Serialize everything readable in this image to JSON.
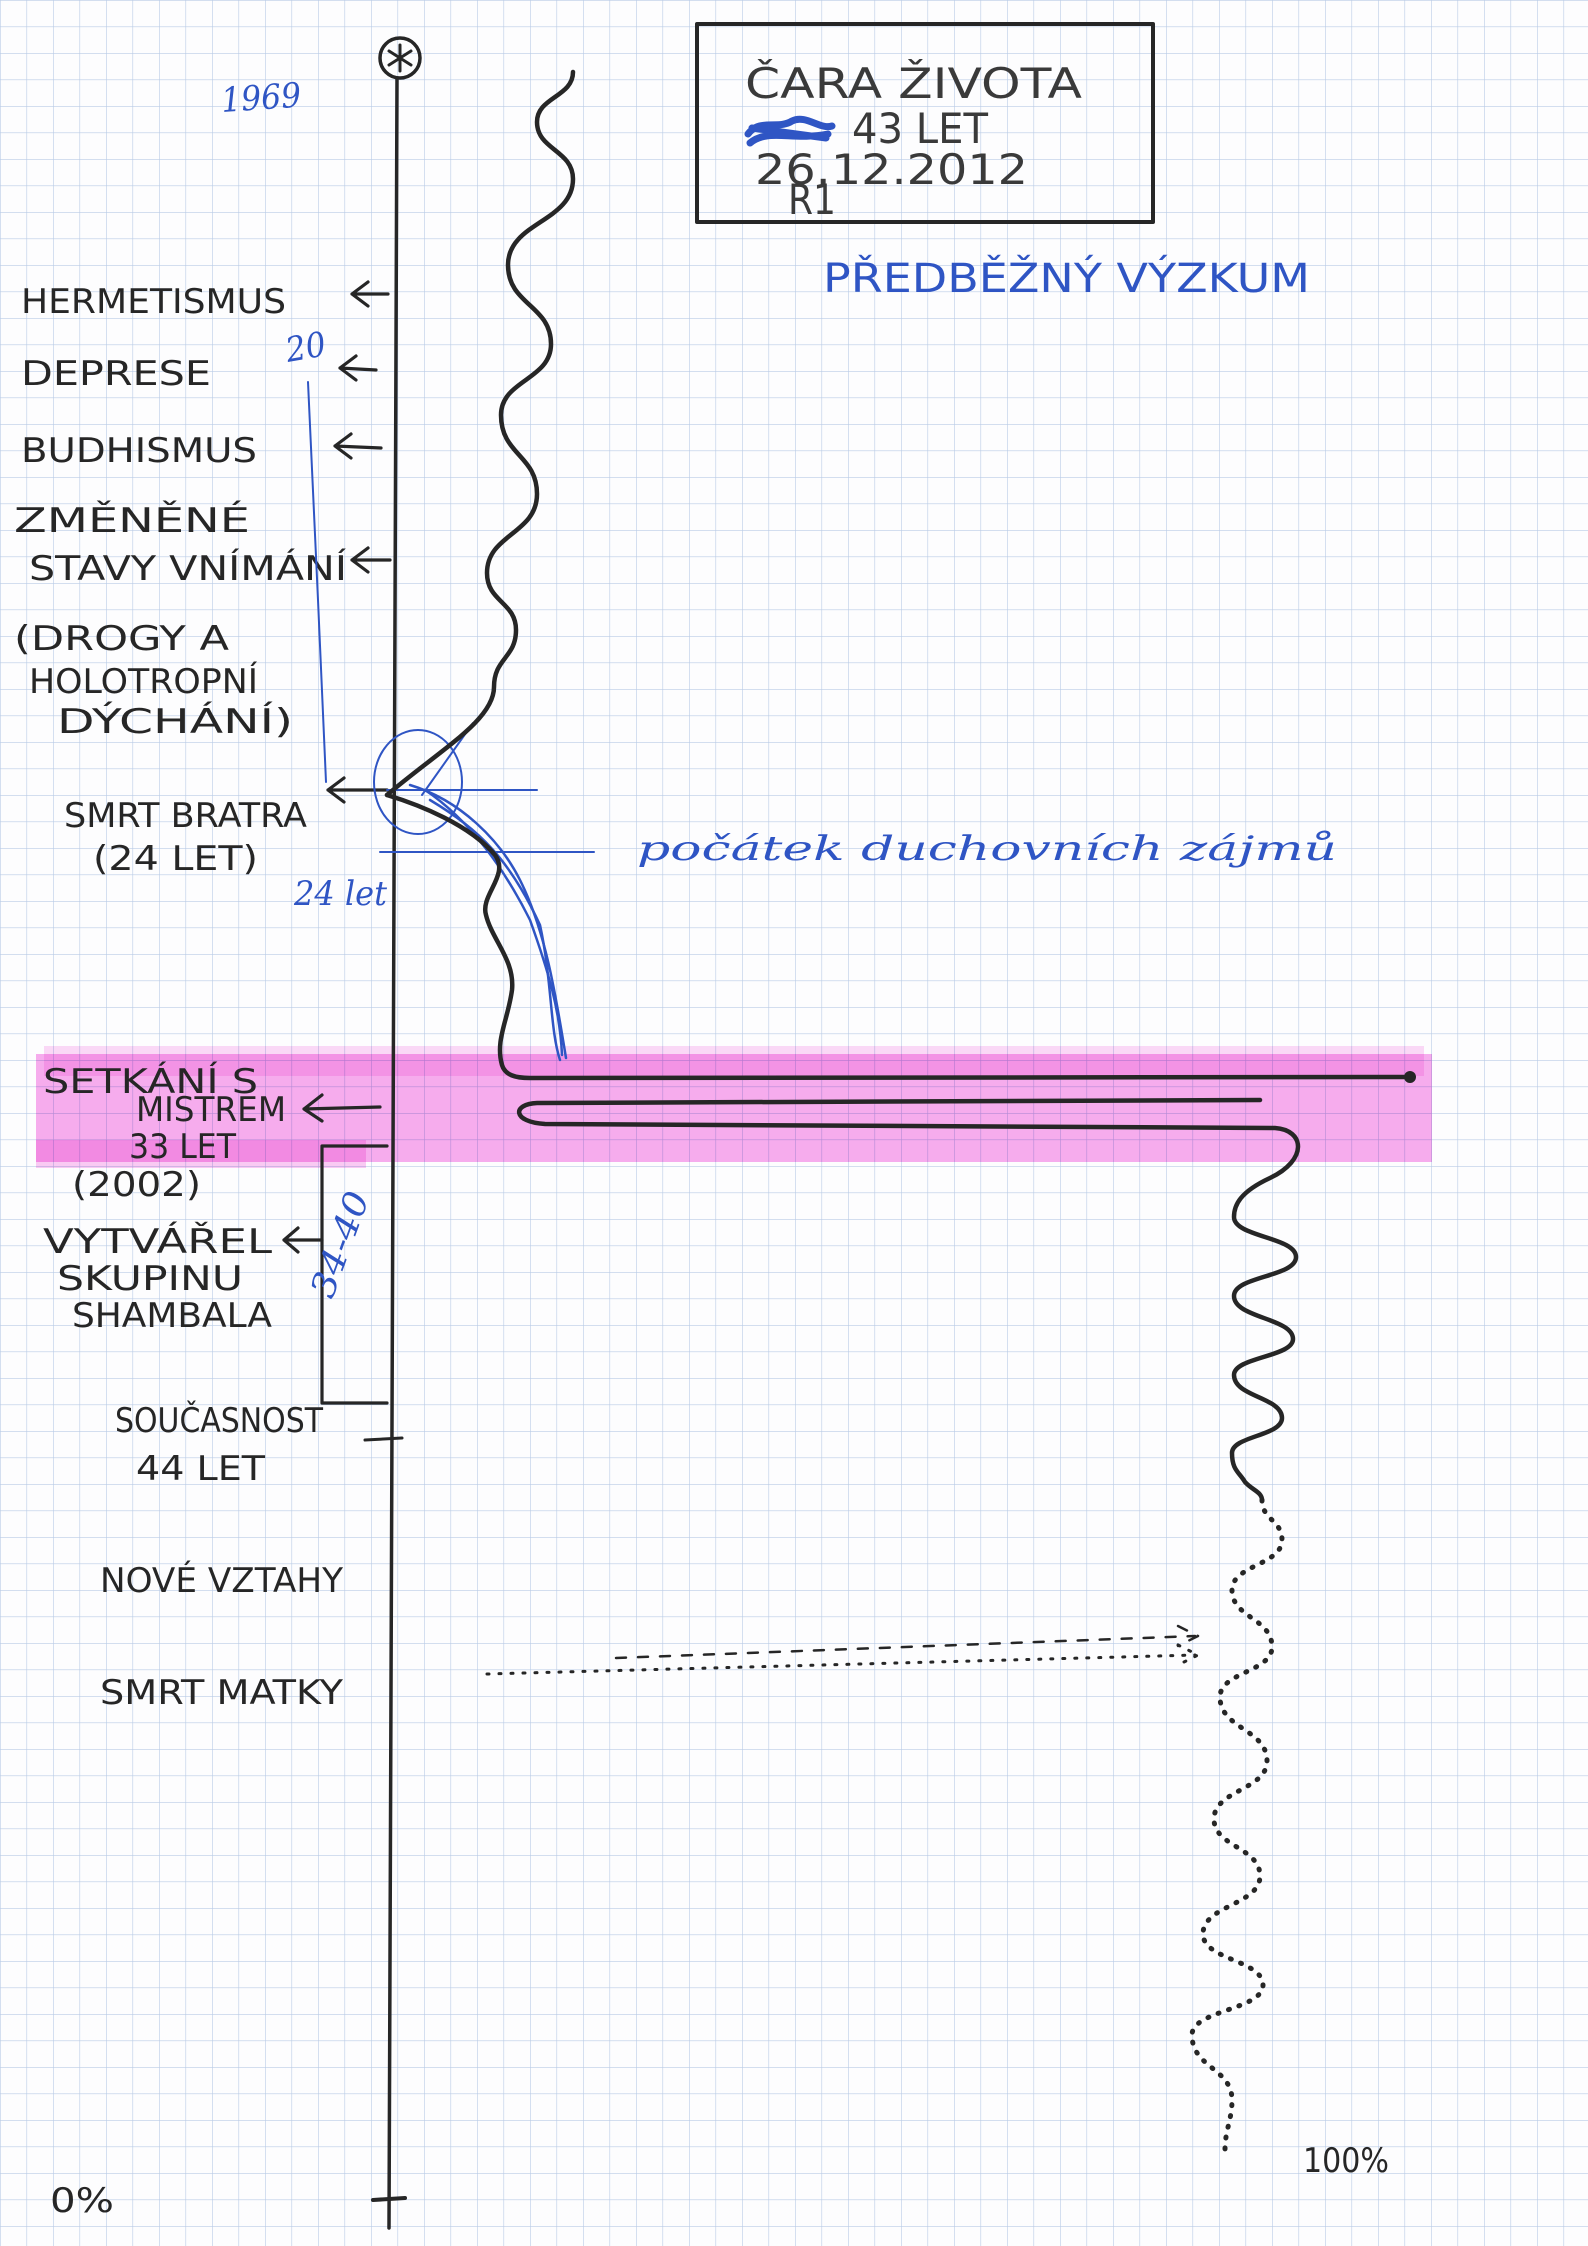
{
  "header_box": {
    "title": "ČARA ŽIVOTA",
    "age": "43 LET",
    "date": "26.12.2012",
    "code": "R1"
  },
  "subtitle": "PŘEDBĚŽNÝ VÝZKUM",
  "timeline": {
    "birth_year": "1969",
    "start_icon": "circled-asterisk-icon",
    "end_icon": "cross-icon"
  },
  "events": [
    {
      "lines": [
        "HERMETISMUS"
      ]
    },
    {
      "lines": [
        "DEPRESE"
      ]
    },
    {
      "lines": [
        "BUDHISMUS"
      ]
    },
    {
      "lines": [
        "ZMĚNĚNÉ",
        "STAVY VNÍMÁNÍ"
      ]
    },
    {
      "lines": [
        "(DROGY A",
        "HOLOTROPNÍ",
        "DÝCHÁNÍ)"
      ]
    },
    {
      "lines": [
        "SMRT BRATRA",
        "(24 LET)"
      ]
    },
    {
      "lines": [
        "SETKÁNÍ S",
        "MISTREM",
        "33 LET",
        "(2002)"
      ]
    },
    {
      "lines": [
        "VYTVÁŘEL",
        "SKUPINU",
        "SHAMBALA"
      ]
    },
    {
      "lines": [
        "SOUČASNOST",
        "44 LET"
      ]
    },
    {
      "lines": [
        "NOVÉ VZTAHY"
      ]
    },
    {
      "lines": [
        "SMRT MATKY"
      ]
    }
  ],
  "annotations": {
    "age_20": "20",
    "age_24": "24 let",
    "spiritual_start": "počátek duchovních zájmů",
    "age_range": "34-40"
  },
  "scale": {
    "min": "0%",
    "max": "100%"
  },
  "colors": {
    "black_ink": "#262626",
    "blue_ink": "#2f55c4",
    "highlighter": "#f26be0",
    "grid": "#b9cbe6",
    "paper": "#fdfdfe"
  }
}
